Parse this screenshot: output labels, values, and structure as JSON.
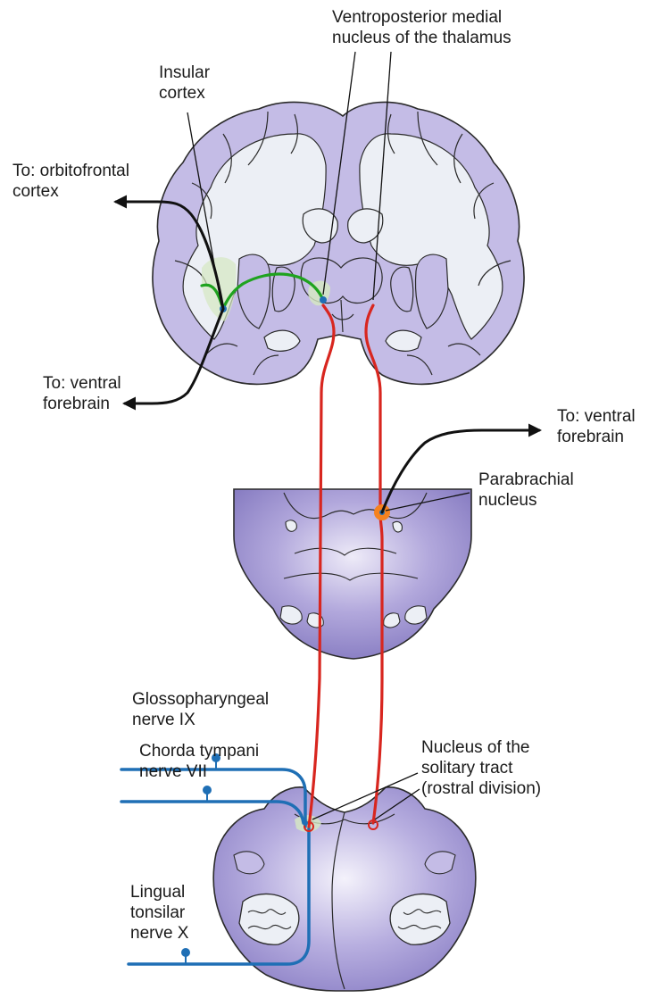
{
  "labels": {
    "vpm": "Ventroposterior medial\nnucleus of the thalamus",
    "insular": "Insular\ncortex",
    "orbitofrontal": "To: orbitofrontal\ncortex",
    "ventral_forebrain_left": "To: ventral\nforebrain",
    "ventral_forebrain_right": "To: ventral\nforebrain",
    "parabrachial": "Parabrachial\nnucleus",
    "glossopharyngeal": "Glossopharyngeal\nnerve IX",
    "chorda_tympani": "Chorda tympani\nnerve VII",
    "nucleus_solitary": "Nucleus of the\nsolitary tract\n(rostral division)",
    "lingual_tonsilar": "Lingual\ntonsilar\nnerve X"
  },
  "colors": {
    "tissue": "#c4bce6",
    "tissue_dark": "#a79ed6",
    "white_matter": "#eceff5",
    "outline": "#2a2a2a",
    "gustatory_pathway": "#d8261f",
    "cortical_projection": "#1fa31f",
    "cranial_nerves": "#1f6fb5",
    "projection_arrows": "#111111",
    "parabrachial_highlight": "#f5821f"
  }
}
